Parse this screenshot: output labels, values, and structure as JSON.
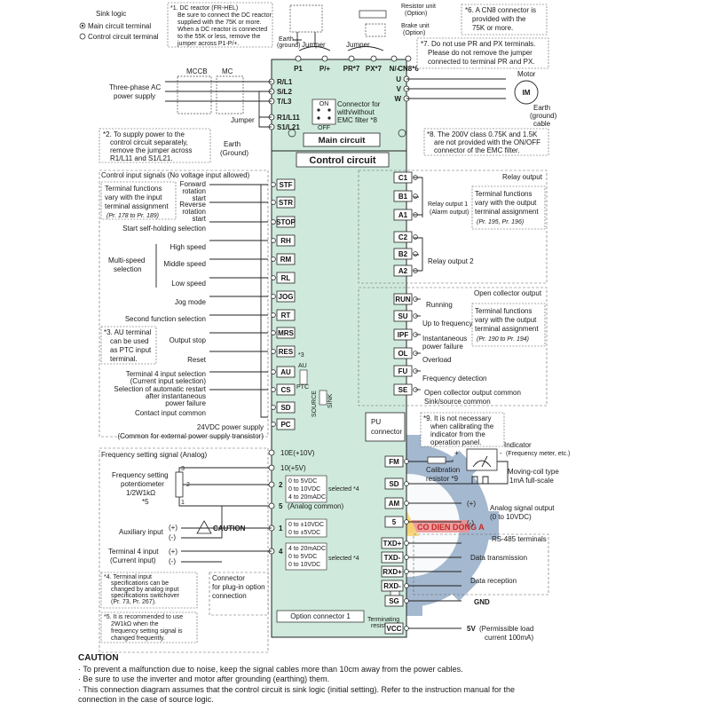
{
  "top": {
    "sink_logic": "Sink logic",
    "main_circuit_terminal": "Main circuit terminal",
    "control_circuit_terminal": "Control circuit terminal",
    "note1": [
      "*1. DC reactor (FR-HEL)",
      "Be sure to connect the DC reactor",
      "supplied with the 75K or more.",
      "When a DC reactor is connected",
      "to the 55K or less, remove the",
      "jumper across P1-P/+."
    ],
    "earth_ground": [
      "Earth",
      "(ground)"
    ],
    "jumper": "Jumper",
    "resistor_unit": [
      "Resistor unit",
      "(Option)"
    ],
    "brake_unit": [
      "Brake unit",
      "(Option)"
    ],
    "note6": [
      "*6. A CN8 connector is",
      "provided with the",
      "75K or more."
    ],
    "note7": [
      "*7. Do not use PR and PX terminals.",
      "Please do not remove the jumper",
      "connected to terminal PR and PX."
    ],
    "mccb": "MCCB",
    "mc": "MC",
    "three_phase": [
      "Three-phase AC",
      "power supply"
    ],
    "motor": "Motor",
    "im": "IM",
    "earth_cable": [
      "Earth",
      "(ground)",
      "cable"
    ],
    "note2": [
      "*2. To supply power to the",
      "control circuit separately,",
      "remove the jumper across",
      "R1/L11 and S1/L21."
    ],
    "earth_ground2": [
      "Earth",
      "(Ground)"
    ],
    "on": "ON",
    "off": "OFF",
    "emc": [
      "Connector for",
      "with/without",
      "EMC filter *8"
    ],
    "note8": [
      "*8. The 200V class 0.75K and 1.5K",
      "are not provided with the ON/OFF",
      "connector of the EMC filter."
    ]
  },
  "main_terminals_top": [
    "P1",
    "P/+",
    "PR*7",
    "PX*7",
    "N/-",
    "CN8*6"
  ],
  "main_terminals_left": [
    "R/L1",
    "S/L2",
    "T/L3",
    "R1/L11",
    "S1/L21"
  ],
  "main_terminals_right": [
    "U",
    "V",
    "W"
  ],
  "main_circuit_title": "Main circuit",
  "control_circuit_title": "Control circuit",
  "input": {
    "header": "Control input signals (No voltage input allowed)",
    "note_terminal": [
      "Terminal functions",
      "vary with the input",
      "terminal assignment",
      "(Pr. 178 to Pr. 189)"
    ],
    "forward": [
      "Forward",
      "rotation",
      "start"
    ],
    "reverse": [
      "Reverse",
      "rotation",
      "start"
    ],
    "self_holding": "Start self-holding selection",
    "high": "High speed",
    "multi_speed": [
      "Multi-speed",
      "selection"
    ],
    "middle": "Middle speed",
    "low": "Low speed",
    "jog": "Jog mode",
    "second": "Second function selection",
    "note3": [
      "*3. AU terminal",
      "can be used",
      "as PTC input",
      "terminal."
    ],
    "output_stop": "Output stop",
    "reset": "Reset",
    "t4_select": [
      "Terminal 4 input selection",
      "(Current input selection)"
    ],
    "restart": [
      "Selection of automatic restart",
      "after instantaneous",
      "power failure"
    ],
    "contact_common": "Contact input common",
    "vdc24": [
      "24VDC power supply",
      "(Common for external power supply transistor)"
    ],
    "source": "SOURCE",
    "sink": "SINK",
    "au": "AU",
    "ptc": "PTC",
    "star3": "*3"
  },
  "input_terminals": [
    "STF",
    "STR",
    "STOP",
    "RH",
    "RM",
    "RL",
    "JOG",
    "RT",
    "MRS",
    "RES",
    "AU",
    "CS",
    "SD",
    "PC"
  ],
  "relay": {
    "header": "Relay output",
    "relay1": [
      "Relay output 1",
      "(Alarm output)"
    ],
    "relay2": "Relay output 2",
    "note_output": [
      "Terminal functions",
      "vary with the output",
      "terminal assignment",
      "(Pr. 195, Pr. 196)"
    ]
  },
  "relay_terminals": [
    "C1",
    "B1",
    "A1",
    "C2",
    "B2",
    "A2"
  ],
  "oc": {
    "header": "Open collector output",
    "running": "Running",
    "up_to_freq": "Up to frequency",
    "inst_power": [
      "Instantaneous",
      "power failure"
    ],
    "overload": "Overload",
    "freq_detect": "Frequency detection",
    "common": [
      "Open collector output common",
      "Sink/source common"
    ],
    "note_output": [
      "Terminal functions",
      "vary with the output",
      "terminal assignment",
      "(Pr. 190 to Pr. 194)"
    ]
  },
  "oc_terminals": [
    "RUN",
    "SU",
    "IPF",
    "OL",
    "FU",
    "SE"
  ],
  "analog": {
    "header": "Frequency setting signal (Analog)",
    "pot": [
      "Frequency setting",
      "potentiometer",
      "1/2W1kΩ",
      "*5"
    ],
    "pot_pins": [
      "3",
      "2",
      "1"
    ],
    "v10e": "10E(+10V)",
    "v10": "10(+5V)",
    "in2_opt": [
      "0 to 5VDC",
      "0 to 10VDC",
      "4 to 20mADC"
    ],
    "selected4": "selected *4",
    "analog_common": "(Analog common)",
    "in1_opt": [
      "0 to ±10VDC",
      "0 to ±5VDC"
    ],
    "in4_opt": [
      "4 to 20mADC",
      "0 to 5VDC",
      "0 to 10VDC"
    ],
    "aux": "Auxiliary input",
    "t4": [
      "Terminal 4 input",
      "(Current input)"
    ],
    "plus": "(+)",
    "minus": "(-)",
    "note4": [
      "*4. Terminal input",
      "specifications can be",
      "changed by analog input",
      "specifications switchover",
      "(Pr. 73, Pr. 267)."
    ],
    "note5": [
      "*5. It is recommended to use",
      "2W1kΩ when the",
      "frequency setting signal is",
      "changed frequently."
    ],
    "caution_mark": "CAUTION",
    "plugin": [
      "Connector",
      "for plug-in option",
      "connection"
    ],
    "option_connector": "Option connector 1"
  },
  "analog_terminals": [
    "10E",
    "10",
    "2",
    "5",
    "1",
    "4"
  ],
  "pu": {
    "pu": [
      "PU",
      "connector"
    ],
    "note9": [
      "*9. It is not necessary",
      "when calibrating the",
      "indicator from the",
      "operation panel."
    ],
    "indicator": "Indicator",
    "indicator_sub": "(Frequency meter, etc.)",
    "calib": [
      "Calibration",
      "resistor *9"
    ],
    "moving_coil": [
      "Moving-coil type",
      "1mA full-scale"
    ],
    "analog_out": [
      "Analog signal output",
      "(0 to 10VDC)"
    ],
    "plus": "(+)",
    "minus": "(-)",
    "rs485": "RS-485 terminals",
    "tx": "Data transmission",
    "rx": "Data reception",
    "gnd": "GND",
    "terminating": [
      "Terminating",
      "resistor"
    ],
    "v5": "5V",
    "v5_note": [
      "(Permissible load",
      "current 100mA)"
    ],
    "fm_plus": "+",
    "fm_minus": "-"
  },
  "pu_terminals": [
    "FM",
    "SD",
    "AM",
    "5",
    "TXD+",
    "TXD-",
    "RXD+",
    "RXD-",
    "SG",
    "VCC"
  ],
  "watermark": "CO DIEN DONG A",
  "caution": {
    "title": "CAUTION",
    "lines": [
      "· To prevent a malfunction due to noise, keep the signal cables more than 10cm away from the power cables.",
      "· Be sure to use the inverter and motor after grounding (earthing) them.",
      "· This connection diagram assumes that the control circuit is sink logic (initial setting). Refer to the instruction manual for the",
      "  connection in the case of source logic."
    ]
  }
}
